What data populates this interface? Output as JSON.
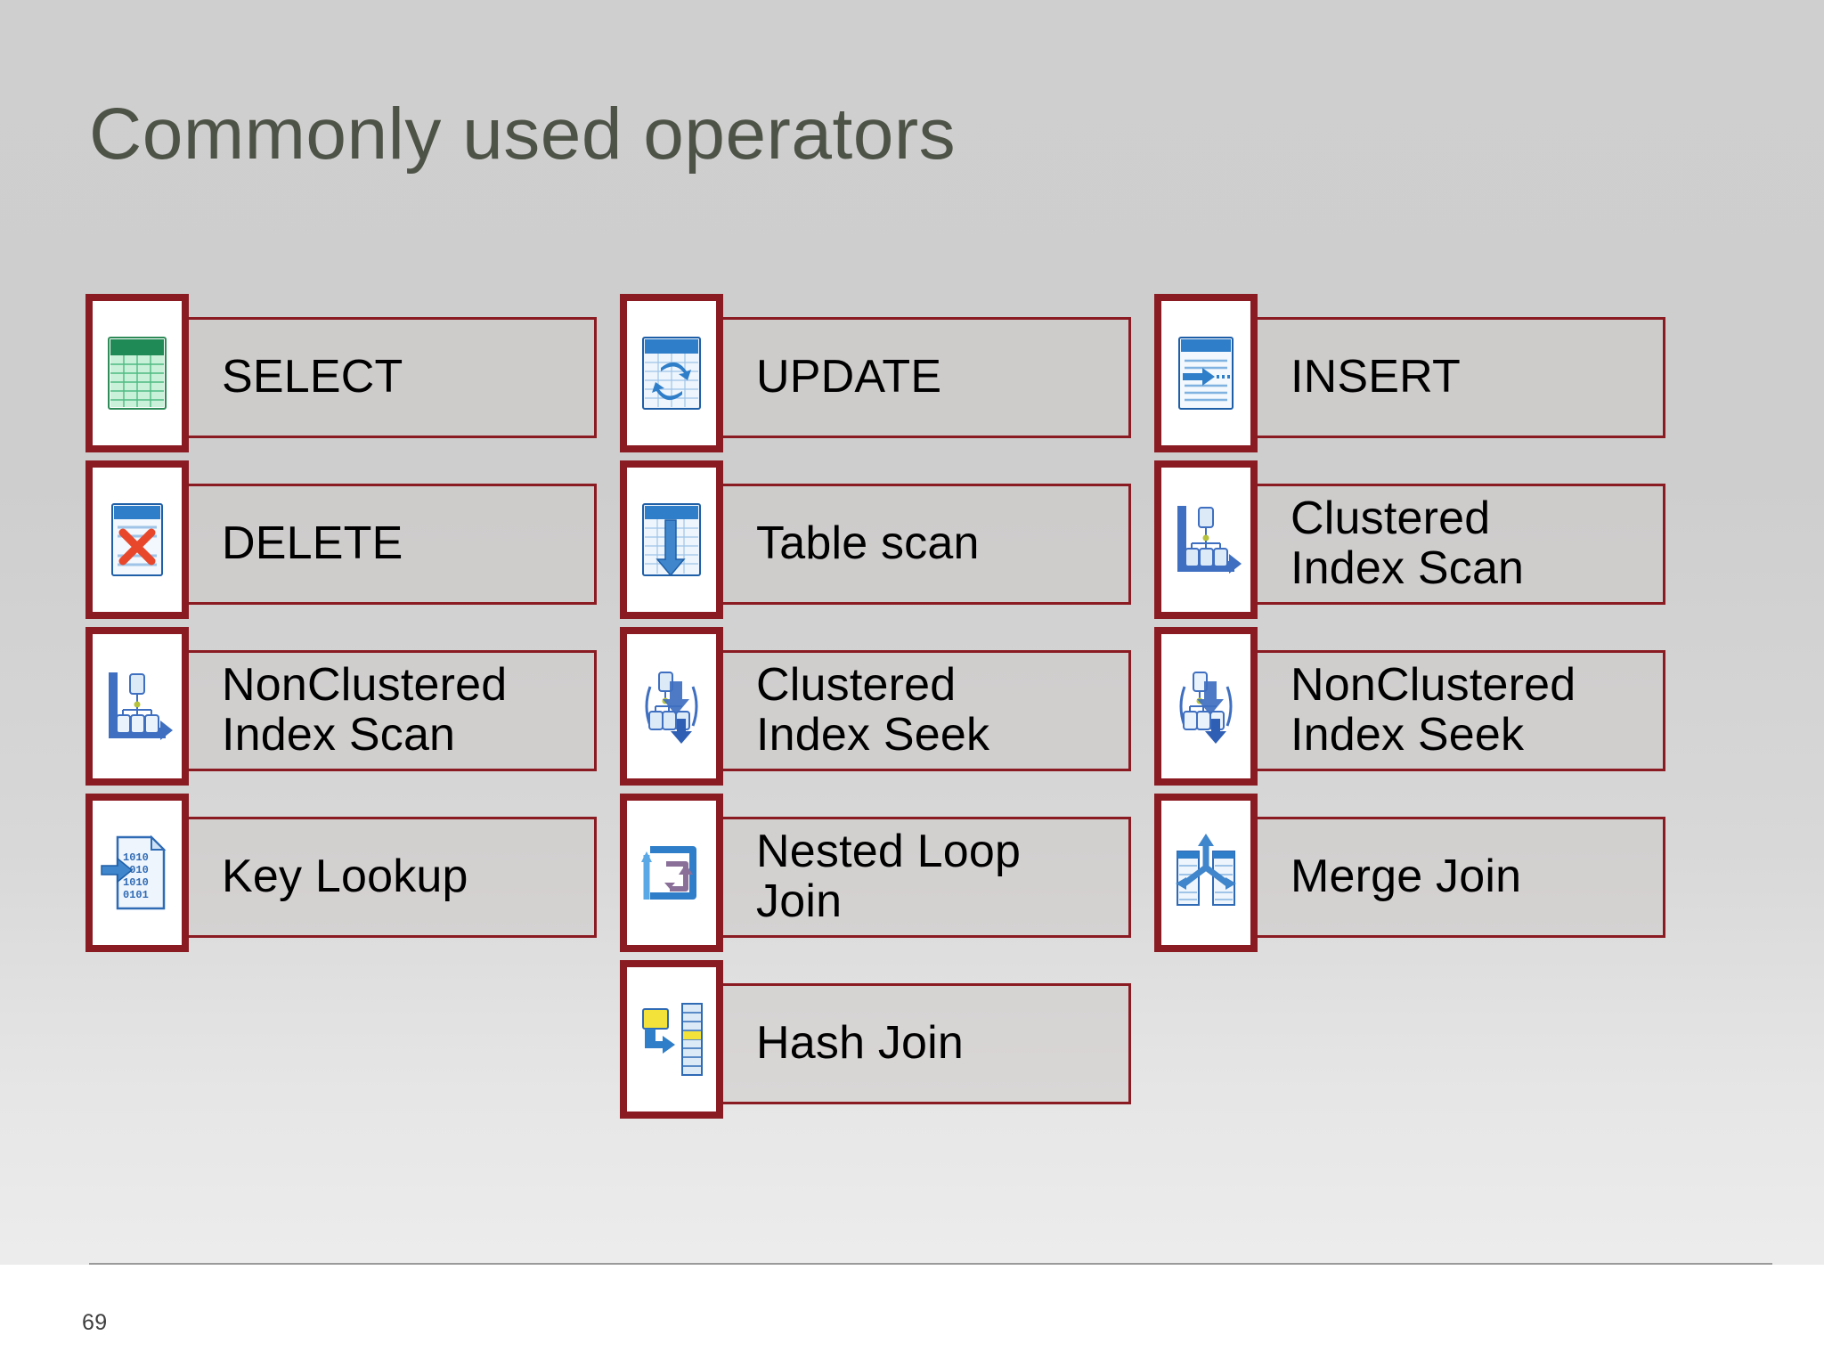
{
  "slide": {
    "title": "Commonly used operators",
    "page_number": "69",
    "accent_color": "#8b1b22",
    "title_color": "#4e5347",
    "background_color": "#d4d4d4"
  },
  "operators": [
    [
      {
        "label": "SELECT",
        "icon": "select-table-green-icon"
      },
      {
        "label": "UPDATE",
        "icon": "update-table-refresh-icon"
      },
      {
        "label": "INSERT",
        "icon": "insert-arrow-row-icon"
      }
    ],
    [
      {
        "label": "DELETE",
        "icon": "delete-table-red-x-icon"
      },
      {
        "label": "Table scan",
        "icon": "table-scan-down-arrow-icon"
      },
      {
        "label": "Clustered\nIndex Scan",
        "icon": "clustered-index-scan-tree-icon"
      }
    ],
    [
      {
        "label": "NonClustered\nIndex Scan",
        "icon": "nonclustered-index-scan-tree-icon"
      },
      {
        "label": "Clustered\nIndex Seek",
        "icon": "clustered-index-seek-tree-icon"
      },
      {
        "label": "NonClustered\nIndex Seek",
        "icon": "nonclustered-index-seek-tree-icon"
      }
    ],
    [
      {
        "label": "Key Lookup",
        "icon": "key-lookup-binary-doc-icon"
      },
      {
        "label": "Nested Loop\nJoin",
        "icon": "nested-loop-join-icon"
      },
      {
        "label": "Merge Join",
        "icon": "merge-join-icon"
      }
    ],
    [
      {
        "label": "",
        "icon": ""
      },
      {
        "label": "Hash Join",
        "icon": "hash-join-icon"
      },
      {
        "label": "",
        "icon": ""
      }
    ]
  ]
}
